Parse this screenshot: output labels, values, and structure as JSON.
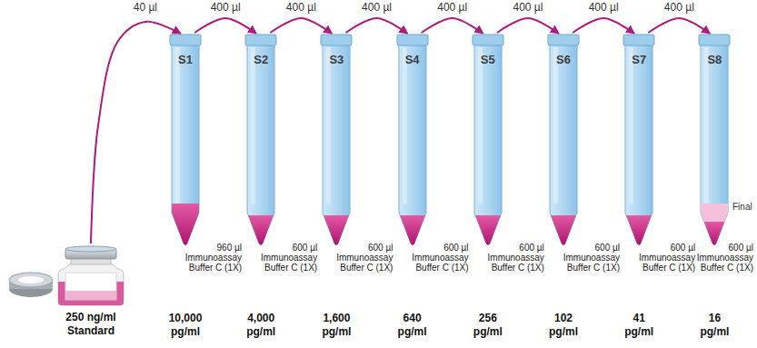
{
  "diagram": {
    "nodes": [
      {
        "text": [
          "250 ng/ml Standard"
        ]
      },
      {
        "text": [
          "S1",
          "960 µl Immunoassay Buffer C (1X)",
          "10,000 pg/ml"
        ]
      },
      {
        "text": [
          "S2",
          "600 µl Immunoassay Buffer C (1X)",
          "4,000 pg/ml"
        ]
      },
      {
        "text": [
          "S3",
          "600 µl Immunoassay Buffer C (1X)",
          "1,600 pg/ml"
        ]
      },
      {
        "text": [
          "S4",
          "600 µl Immunoassay Buffer C (1X)",
          "640 pg/ml"
        ]
      },
      {
        "text": [
          "S5",
          "600 µl Immunoassay Buffer C (1X)",
          "256 pg/ml"
        ]
      },
      {
        "text": [
          "S6",
          "600 µl Immunoassay Buffer C (1X)",
          "102 pg/ml"
        ]
      },
      {
        "text": [
          "S7",
          "600 µl Immunoassay Buffer C (1X)",
          "41 pg/ml"
        ]
      },
      {
        "text": [
          "S8",
          "600 µl Immunoassay Buffer C (1X)",
          "16 pg/ml"
        ]
      }
    ],
    "edges": [
      {
        "from": 0,
        "to": 1,
        "label": "40 µl",
        "arrow": "to"
      },
      {
        "from": 1,
        "to": 2,
        "label": "400 µl",
        "arrow": "to"
      },
      {
        "from": 2,
        "to": 3,
        "label": "400 µl",
        "arrow": "to"
      },
      {
        "from": 3,
        "to": 4,
        "label": "400 µl",
        "arrow": "to"
      },
      {
        "from": 4,
        "to": 5,
        "label": "400 µl",
        "arrow": "to"
      },
      {
        "from": 5,
        "to": 6,
        "label": "400 µl",
        "arrow": "to"
      },
      {
        "from": 6,
        "to": 7,
        "label": "400 µl",
        "arrow": "to"
      },
      {
        "from": 7,
        "to": 8,
        "label": "400 µl",
        "arrow": "to"
      }
    ],
    "labels": [
      "Final"
    ]
  }
}
